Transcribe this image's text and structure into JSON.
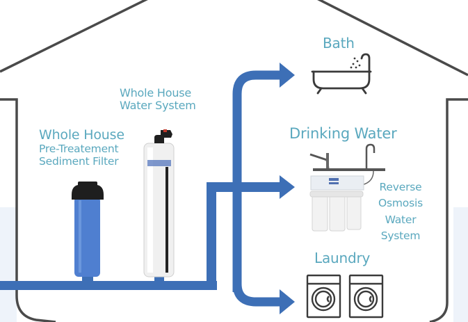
{
  "title": "Whole House Water Filtration Diagram",
  "colors": {
    "pipe": "#3d6fb6",
    "label_text": "#5aa8be",
    "house_outline": "#4a4a4a",
    "background_band": "#eef3fa",
    "icon_stroke": "#3a3a3a",
    "sediment_filter_body": "#4f7fd0",
    "filter_cap": "#1e1e1e",
    "water_system_tank": "#eeeeee"
  },
  "components": {
    "sediment_filter": {
      "label_line1": "Whole House",
      "label_line2": "Pre-Treatement",
      "label_line3": "Sediment Filter",
      "icon": "sediment-filter-icon"
    },
    "water_system": {
      "label_line1": "Whole House",
      "label_line2": "Water System",
      "icon": "water-softener-tank-icon"
    },
    "reverse_osmosis": {
      "label_line1": "Reverse",
      "label_line2": "Osmosis",
      "label_line3": "Water",
      "label_line4": "System",
      "icon": "reverse-osmosis-unit-icon"
    }
  },
  "destinations": {
    "bath": {
      "label": "Bath",
      "icon": "bathtub-icon"
    },
    "drinking_water": {
      "label": "Drinking Water",
      "icon": "faucet-icon"
    },
    "laundry": {
      "label": "Laundry",
      "icon": "washing-machine-icon"
    }
  }
}
